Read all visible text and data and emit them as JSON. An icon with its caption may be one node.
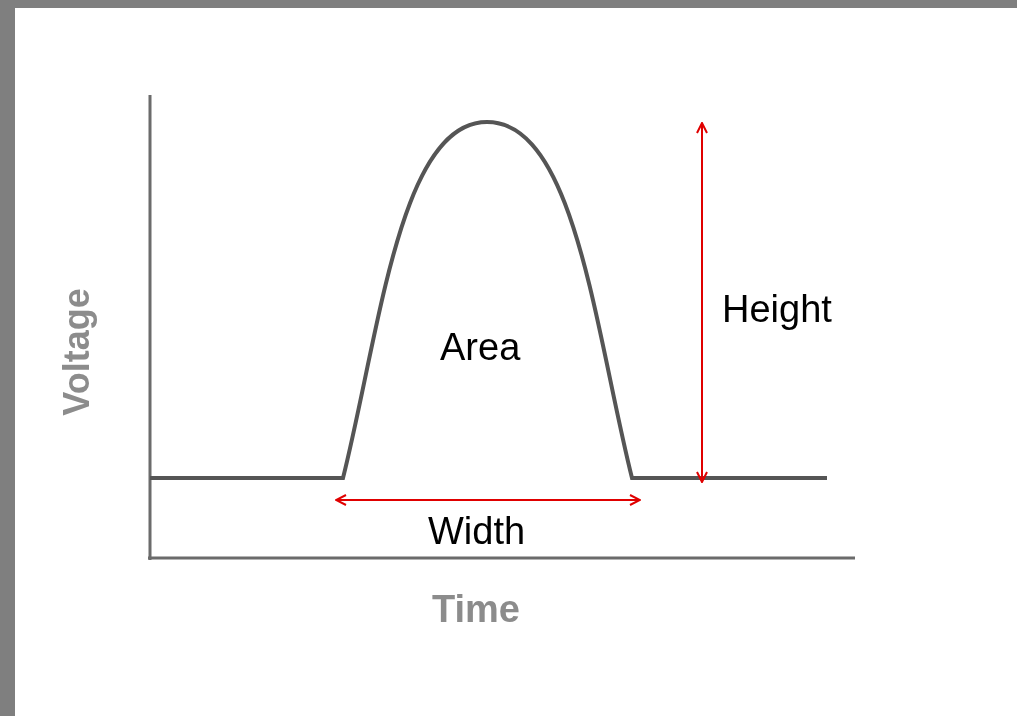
{
  "diagram": {
    "labels": [
      "Height",
      "Area",
      "Voltage",
      "Width",
      "Time"
    ]
  }
}
